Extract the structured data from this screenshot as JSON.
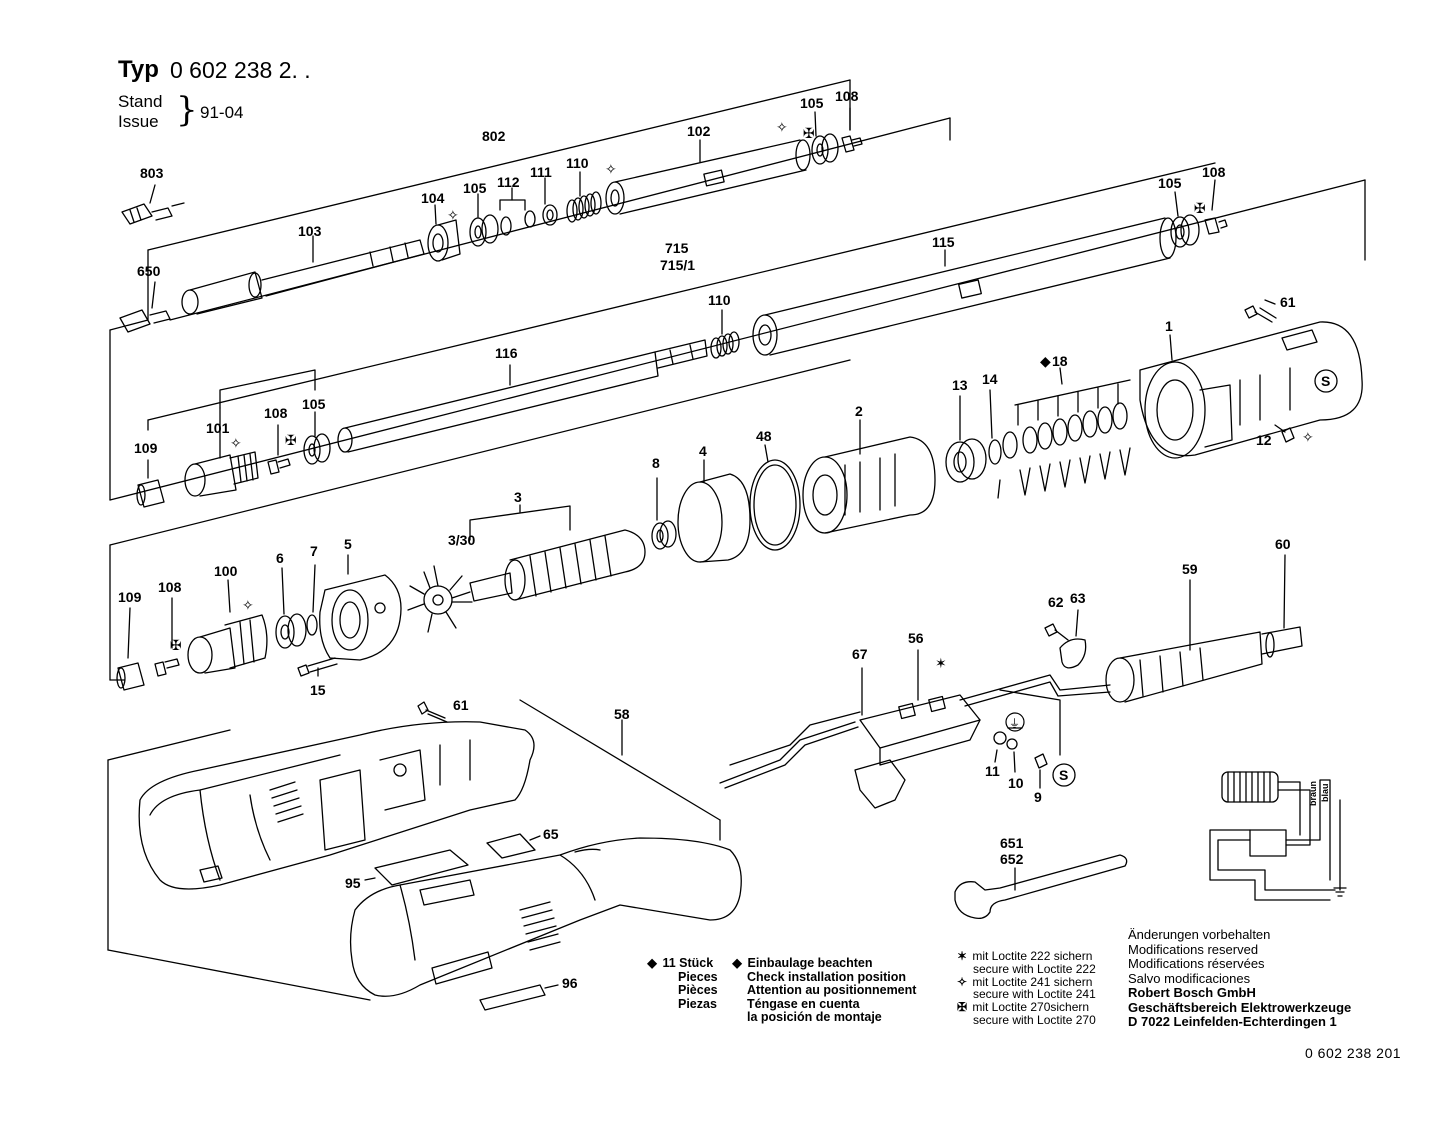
{
  "header": {
    "typ_label": "Typ",
    "typ_number": "0 602 238 2. .",
    "stand": "Stand",
    "issue": "Issue",
    "date": "91-04"
  },
  "parts": {
    "p803": "803",
    "p650": "650",
    "p103": "103",
    "p802": "802",
    "p104": "104",
    "p105a": "105",
    "p112": "112",
    "p111": "111",
    "p110a": "110",
    "p102": "102",
    "p105b": "105",
    "p108a": "108",
    "p115": "115",
    "p105c": "105",
    "p108b": "108",
    "p715": "715",
    "p715_1": "715/1",
    "p110b": "110",
    "p116": "116",
    "p109a": "109",
    "p101": "101",
    "p108c": "108",
    "p105d": "105",
    "p61a": "61",
    "p1": "1",
    "p18": "18",
    "p14": "14",
    "p13": "13",
    "p2": "2",
    "p48": "48",
    "p4": "4",
    "p8": "8",
    "p12": "12",
    "p3": "3",
    "p3_30": "3/30",
    "p5": "5",
    "p7": "7",
    "p6": "6",
    "p100": "100",
    "p108d": "108",
    "p109b": "109",
    "p15": "15",
    "p58": "58",
    "p61b": "61",
    "p65": "65",
    "p95": "95",
    "p96": "96",
    "p67": "67",
    "p56": "56",
    "p62": "62",
    "p63": "63",
    "p59": "59",
    "p60": "60",
    "p11": "11",
    "p10": "10",
    "p9": "9",
    "p651": "651",
    "p652": "652",
    "wire_braun": "braun",
    "wire_blau": "blau"
  },
  "legend_pieces": {
    "symbol": "◆",
    "lines": [
      "11 Stück",
      "Pieces",
      "Pièces",
      "Piezas"
    ]
  },
  "legend_install": {
    "symbol": "◆",
    "lines": [
      "Einbaulage beachten",
      "Check installation position",
      "Attention au positionnement",
      "Téngase en cuenta",
      "la posición de montaje"
    ]
  },
  "legend_loctite": {
    "sym_222": "✶",
    "line_222a": "mit Loctite 222 sichern",
    "line_222b": "secure with Loctite 222",
    "sym_241": "✧",
    "line_241a": "mit Loctite 241 sichern",
    "line_241b": "secure with Loctite 241",
    "sym_270": "✠",
    "line_270a": "mit Loctite 270sichern",
    "line_270b": "secure with Loctite 270"
  },
  "footer": {
    "l1": "Änderungen vorbehalten",
    "l2": "Modifications reserved",
    "l3": "Modifications réservées",
    "l4": "Salvo modificaciones",
    "l5": "Robert Bosch GmbH",
    "l6": "Geschäftsbereich Elektrowerkzeuge",
    "l7": "D 7022 Leinfelden-Echterdingen 1"
  },
  "doc_number": "0 602 238 201",
  "symbol_s": "S",
  "ground_symbol": "⏚",
  "marker_diamond": "✧",
  "marker_cross": "✠",
  "marker_star": "✶",
  "marker_filled": "◆"
}
